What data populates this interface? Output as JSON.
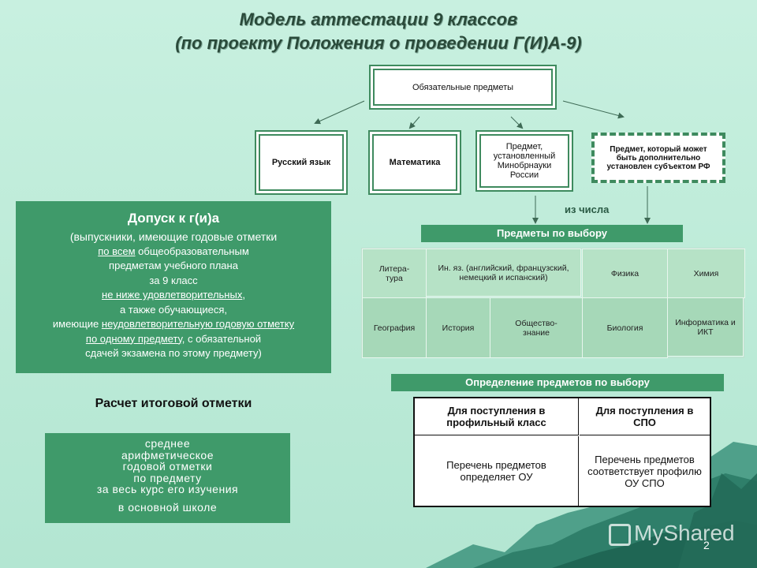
{
  "title": {
    "line1": "Модель аттестации 9 классов",
    "line2": "(по проекту Положения о проведении Г(И)А-9)"
  },
  "top_box": "Обязательные предметы",
  "subjects": {
    "russian": "Русский язык",
    "math": "Математика",
    "ministry": "Предмет, установленный Минобрнауки России",
    "region": "Предмет, который может быть дополнительно установлен субъектом РФ"
  },
  "iz_chisla": "из числа",
  "optional_bar": "Предметы по выбору",
  "optional_subjects": {
    "row1": [
      "Литера-\nтура",
      "Ин. яз. (английский, французский, немецкий и испанский)",
      "Физика",
      "Химия"
    ],
    "row2": [
      "География",
      "История",
      "Общество-\nзнание",
      "Биология",
      "Информатика и ИКТ"
    ]
  },
  "admission": {
    "heading": "Допуск к г(и)а",
    "l1": "(выпускники, имеющие годовые отметки",
    "l2a": "по всем",
    "l2b": " общеобразовательным",
    "l3": "предметам учебного плана",
    "l4": "за 9 класс",
    "l5a": "не ниже удовлетворительных",
    "l5b": ",",
    "l6": "а также обучающиеся,",
    "l7a": "имеющие ",
    "l7b": "неудовлетворительную годовую отметку",
    "l8a": "по одному предмету",
    "l8b": ", с обязательной",
    "l9": "сдачей экзамена по этому предмету)"
  },
  "final_grade_heading": "Расчет итоговой отметки",
  "final_grade_box": [
    "среднее",
    "арифметическое",
    "годовой отметки",
    "по предмету",
    "за весь курс его изучения",
    "в основной школе"
  ],
  "choice_bar": "Определение предметов по выбору",
  "choice_table": {
    "h1": "Для поступления в профильный класс",
    "h2": "Для поступления в СПО",
    "c1": "Перечень предметов определяет ОУ",
    "c2": "Перечень предметов соответствует профилю ОУ СПО"
  },
  "watermark": "MyShared",
  "page_number": "2",
  "colors": {
    "green": "#3f9a6a",
    "background": "#bdebd8",
    "border": "#3e8a5e"
  }
}
